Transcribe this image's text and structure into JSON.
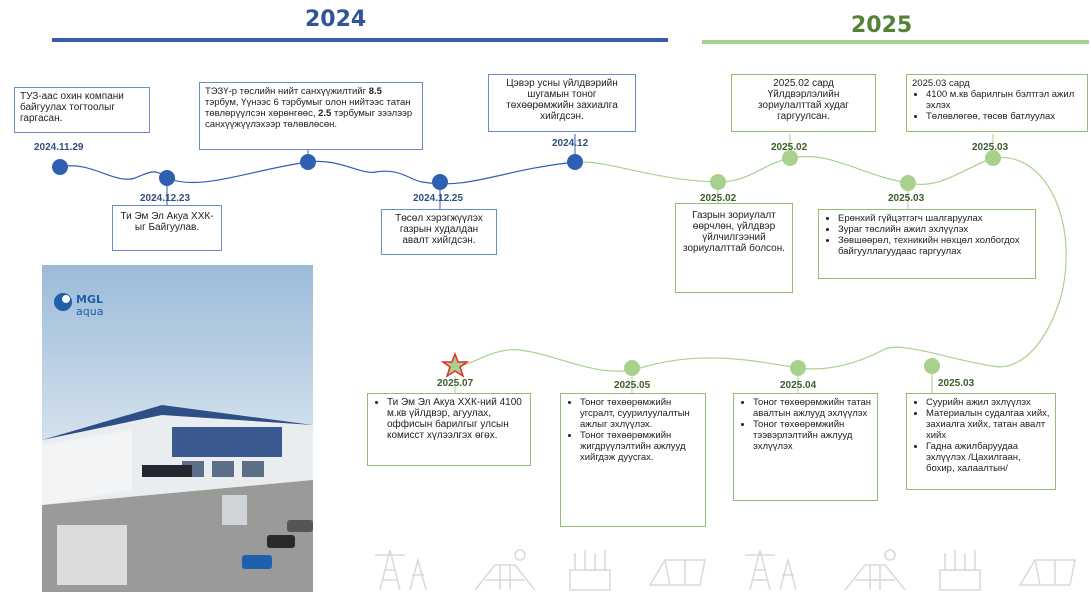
{
  "years": {
    "y2024": "2024",
    "y2025": "2025"
  },
  "colors": {
    "blue": "#2f5fb3",
    "green": "#a9d18e",
    "bar2024": "#3a5ea8",
    "bar2025": "#a9d18e"
  },
  "logo": {
    "line1": "MGL",
    "line2": "aqua"
  },
  "milestones": [
    {
      "date": "2024.11.29",
      "text": "ТУЗ-аас охин компани байгуулах тогтоолыг гаргасан."
    },
    {
      "date": "2024.12.23",
      "text": "Ти Эм Эл Акуа ХХК-ыг Байгуулав."
    },
    {
      "date": "",
      "text_a": "ТЭЗҮ-р төслийн нийт санхүүжилтийг ",
      "bold_a": "8.5",
      "text_b": " тэрбум, Үүнээс 6 тэрбумыг олон нийтээс татан төвлөрүүлсэн хөрөнгөөс, ",
      "bold_b": "2.5",
      "text_c": " тэрбумыг зээлээр санхүүжүүлэхээр төлөвлөсөн."
    },
    {
      "date": "2024.12.25",
      "text": "Төсөл хэрэгжүүлэх газрын худалдан авалт хийгдсэн."
    },
    {
      "date": "2024.12",
      "text": "Цэвэр усны үйлдвэрийн шугамын тоног төхөөрөмжийн захиалга хийгдсэн."
    },
    {
      "date": "2025.02",
      "text": "Газрын зориулалт өөрчлөн, үйлдвэр үйлчилгээний зориулалттай болсон."
    },
    {
      "date": "2025.02",
      "text": "2025.02 сард Үйлдвэрлэлийн зориулалттай худаг гаргуулсан."
    },
    {
      "date": "2025.03",
      "items": [
        "Ерөнхий гүйцэтгэгч шалгаруулах",
        "Зураг төслийн ажил эхлүүлэх",
        "Зөвшөөрөл, техникийн нөхцөл холбогдох байгууллагуудаас гаргуулах"
      ]
    },
    {
      "date": "2025.03",
      "head": "2025.03 сард",
      "items": [
        "4100 м.кв барилгын бэлтгэл ажил эхлэх",
        "Төлөвлөгөө, төсөв батлуулах"
      ]
    },
    {
      "date": "2025.03",
      "items": [
        "Суурийн ажил эхлүүлэх",
        "Материалын судалгаа хийх, захиалга хийх, татан авалт хийх",
        "Гадна ажилбаруудаа эхлүүлэх /Цахилгаан, бохир, халаалтын/"
      ]
    },
    {
      "date": "2025.04",
      "items": [
        "Тоног төхөөрөмжийн татан авалтын ажлууд эхлүүлэх",
        "Тоног төхөөрөмжийн тээвэрлэлтийн ажлууд эхлүүлэх"
      ]
    },
    {
      "date": "2025.05",
      "items": [
        "Тоног төхөөрөмжийн угсралт, суурилуулалтын ажлыг эхлүүлэх.",
        "Тоног төхөөрөмжийн жигдрүүлэлтийн ажлууд хийгдэж дуусгах."
      ]
    },
    {
      "date": "2025.07",
      "items": [
        "Ти Эм Эл Акуа ХХК-ний 4100 м.кв үйлдвэр, агуулах, оффисын барилгыг улсын комисст хүлээлгэх өгөх."
      ]
    }
  ]
}
